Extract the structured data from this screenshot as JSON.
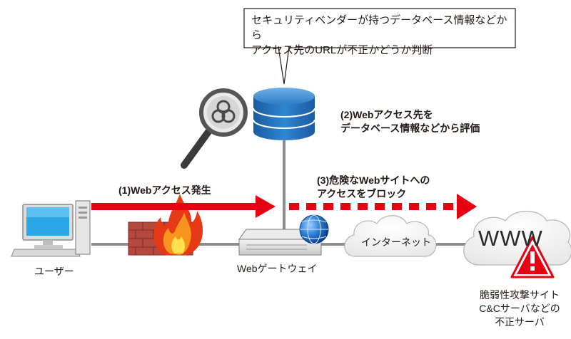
{
  "callout": {
    "text": "セキュリティベンダーが持つデータベース情報などから\nアクセス先のURLが不正かどうか判断"
  },
  "steps": {
    "step1": "(1)Webアクセス発生",
    "step2": "(2)Webアクセス先を\nデータベース情報などから評価",
    "step3": "(3)危険なWebサイトへの\nアクセスをブロック"
  },
  "nodes": {
    "user": "ユーザー",
    "gateway": "Webゲートウェイ",
    "internet": "インターネット",
    "www": "WWW",
    "target": "脆弱性攻撃サイト\nC&Cサーバなどの\n不正サーバ"
  },
  "colors": {
    "red_arrow": "#e60012",
    "db_blue": "#1f6fb8",
    "line_gray": "#8c8c8c",
    "brick": "#b5493d",
    "warning": "#e60012"
  },
  "icons": [
    "computer-icon",
    "biohazard-magnifier-icon",
    "database-icon",
    "firewall-icon",
    "fire-icon",
    "gateway-device-icon",
    "globe-icon",
    "cloud-icon",
    "warning-icon"
  ]
}
